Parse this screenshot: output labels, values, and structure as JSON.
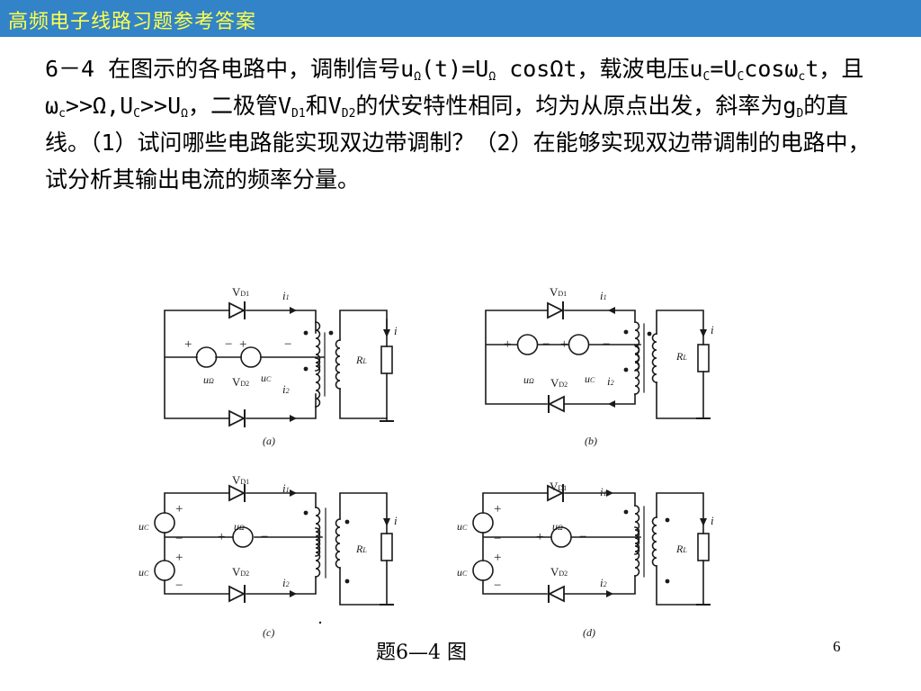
{
  "header": {
    "title": "高频电子线路习题参考答案"
  },
  "problem": {
    "number": "6－4",
    "text_1": " 在图示的各电路中，调制信号u",
    "sub_omega": "Ω",
    "text_2": "(t)=U",
    "text_3": " cosΩt，载波电压u",
    "sub_c": "C",
    "text_4": "=U",
    "text_5": "cosω",
    "sub_c_lower": "c",
    "text_6": "t，且ω",
    "text_7": ">>Ω,U",
    "text_8": ">>U",
    "text_9": "，二极管V",
    "sub_d1": "D1",
    "text_10": "和V",
    "sub_d2": "D2",
    "text_11": "的伏安特性相同，均为从原点出发，斜率为g",
    "sub_d": "D",
    "text_12": "的直线。（1）试问哪些电路能实现双边带调制？（2）在能够实现双边带调制的电路中，试分析其输出电流的频率分量。"
  },
  "figure_labels": {
    "vd1": "V",
    "vd1_sub": "D1",
    "vd2": "V",
    "vd2_sub": "D2",
    "i1": "i",
    "i1_sub": "1",
    "i2": "i",
    "i2_sub": "2",
    "i": "i",
    "rl": "R",
    "rl_sub": "L",
    "u_omega": "u",
    "u_omega_sub": "Ω",
    "u_c": "u",
    "u_c_sub": "C",
    "plus": "+",
    "minus": "−",
    "panel_a": "(a)",
    "panel_b": "(b)",
    "panel_c": "(c)",
    "panel_d": "(d)"
  },
  "caption": "题6—4  图",
  "page_number": "6",
  "colors": {
    "title_bar": "#3283c8",
    "title_text": "#ffff4a",
    "line": "#1a1a1a"
  }
}
